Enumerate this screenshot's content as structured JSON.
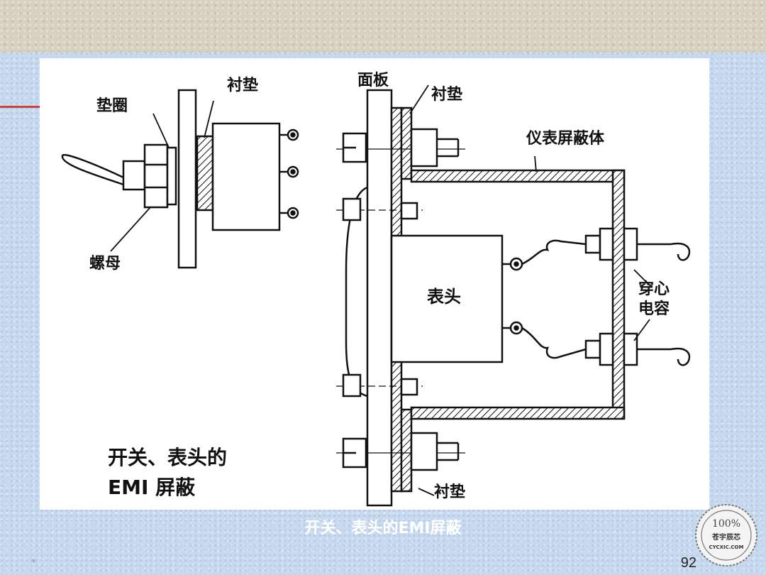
{
  "diagram": {
    "left_labels": {
      "gasket_top": "衬垫",
      "washer": "垫圈",
      "nut": "螺母"
    },
    "panel_label": "面板",
    "gasket_top_right": "衬垫",
    "shield_label": "仪表屏蔽体",
    "meter_label": "表头",
    "feedthrough_line1": "穿心",
    "feedthrough_line2": "电容",
    "gasket_bottom": "衬垫",
    "inner_title_line1": "开关、表头的",
    "inner_title_line2": "EMI 屏蔽"
  },
  "slide": {
    "caption": "开关、表头的EMI屏蔽",
    "page_number": "92",
    "footer_mark": "*"
  },
  "seal": {
    "line1": "100%",
    "line2": "苍宇辰芯",
    "line3": "CYCXIC.COM"
  }
}
